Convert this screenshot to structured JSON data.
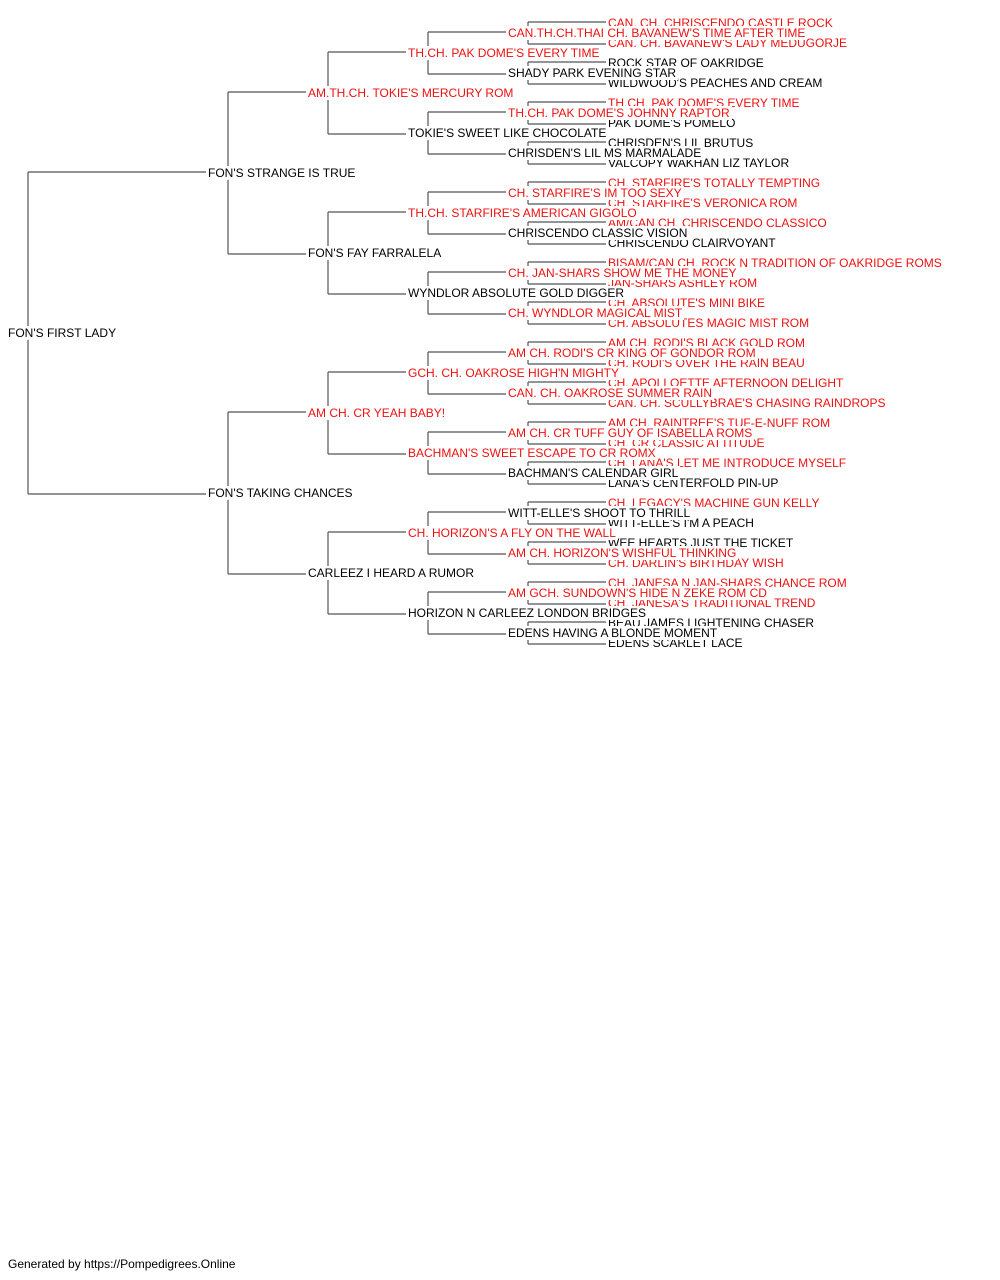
{
  "colors": {
    "champion": "#ee1111",
    "regular": "#000000",
    "line": "#555555"
  },
  "pedigree": {
    "name": "FON'S FIRST LADY",
    "champion": false,
    "sire": {
      "name": "FON'S STRANGE IS TRUE",
      "champion": false,
      "sire": {
        "name": "AM.TH.CH. TOKIE'S MERCURY ROM",
        "champion": true,
        "sire": {
          "name": "TH.CH. PAK DOME'S EVERY TIME",
          "champion": true,
          "sire": {
            "name": "CAN.TH.CH.THAI CH. BAVANEW'S TIME AFTER TIME",
            "champion": true,
            "sire": {
              "name": "CAN. CH. CHRISCENDO CASTLE ROCK",
              "champion": true
            },
            "dam": {
              "name": "CAN. CH. BAVANEW'S LADY MEDUGORJE",
              "champion": true
            }
          },
          "dam": {
            "name": "SHADY PARK EVENING STAR",
            "champion": false,
            "sire": {
              "name": "ROCK STAR OF OAKRIDGE",
              "champion": false
            },
            "dam": {
              "name": "WILDWOOD'S PEACHES AND CREAM",
              "champion": false
            }
          }
        },
        "dam": {
          "name": "TOKIE'S SWEET LIKE CHOCOLATE",
          "champion": false,
          "sire": {
            "name": "TH.CH. PAK DOME'S JOHNNY RAPTOR",
            "champion": true,
            "sire": {
              "name": "TH.CH. PAK DOME'S EVERY TIME",
              "champion": true
            },
            "dam": {
              "name": "PAK DOME'S POMELO",
              "champion": false
            }
          },
          "dam": {
            "name": "CHRISDEN'S LIL MS MARMALADE",
            "champion": false,
            "sire": {
              "name": "CHRISDEN'S LIL BRUTUS",
              "champion": false
            },
            "dam": {
              "name": "VALCOPY WAKHAN LIZ TAYLOR",
              "champion": false
            }
          }
        }
      },
      "dam": {
        "name": "FON'S FAY FARRALELA",
        "champion": false,
        "sire": {
          "name": "TH.CH. STARFIRE'S AMERICAN GIGOLO",
          "champion": true,
          "sire": {
            "name": "CH. STARFIRE'S IM TOO SEXY",
            "champion": true,
            "sire": {
              "name": "CH. STARFIRE'S TOTALLY TEMPTING",
              "champion": true
            },
            "dam": {
              "name": "CH. STARFIRE'S VERONICA ROM",
              "champion": true
            }
          },
          "dam": {
            "name": "CHRISCENDO CLASSIC VISION",
            "champion": false,
            "sire": {
              "name": "AM/CAN CH. CHRISCENDO CLASSICO",
              "champion": true
            },
            "dam": {
              "name": "CHRISCENDO CLAIRVOYANT",
              "champion": false
            }
          }
        },
        "dam": {
          "name": "WYNDLOR ABSOLUTE GOLD DIGGER",
          "champion": false,
          "sire": {
            "name": "CH. JAN-SHARS SHOW ME THE MONEY",
            "champion": true,
            "sire": {
              "name": "BISAM/CAN CH. ROCK N TRADITION OF OAKRIDGE ROMS",
              "champion": true
            },
            "dam": {
              "name": "JAN-SHARS ASHLEY ROM",
              "champion": true
            }
          },
          "dam": {
            "name": "CH. WYNDLOR MAGICAL MIST",
            "champion": true,
            "sire": {
              "name": "CH. ABSOLUTE'S MINI BIKE",
              "champion": true
            },
            "dam": {
              "name": "CH. ABSOLUTES MAGIC MIST ROM",
              "champion": true
            }
          }
        }
      }
    },
    "dam": {
      "name": "FON'S TAKING CHANCES",
      "champion": false,
      "sire": {
        "name": "AM CH. CR YEAH BABY!",
        "champion": true,
        "sire": {
          "name": "GCH. CH. OAKROSE HIGH'N MIGHTY",
          "champion": true,
          "sire": {
            "name": "AM CH. RODI'S CR KING OF GONDOR ROM",
            "champion": true,
            "sire": {
              "name": "AM CH. RODI'S BLACK GOLD ROM",
              "champion": true
            },
            "dam": {
              "name": "CH. RODI'S OVER THE RAIN BEAU",
              "champion": true
            }
          },
          "dam": {
            "name": "CAN. CH. OAKROSE SUMMER RAIN",
            "champion": true,
            "sire": {
              "name": "CH. APOLLOETTE AFTERNOON DELIGHT",
              "champion": true
            },
            "dam": {
              "name": "CAN. CH. SCULLYBRAE'S CHASING RAINDROPS",
              "champion": true
            }
          }
        },
        "dam": {
          "name": "BACHMAN'S SWEET ESCAPE TO CR ROMX",
          "champion": true,
          "sire": {
            "name": "AM CH. CR TUFF GUY OF ISABELLA ROMS",
            "champion": true,
            "sire": {
              "name": "AM CH. RAINTREE'S TUF-E-NUFF ROM",
              "champion": true
            },
            "dam": {
              "name": "CH. CR CLASSIC ATTITUDE",
              "champion": true
            }
          },
          "dam": {
            "name": "BACHMAN'S CALENDAR GIRL",
            "champion": false,
            "sire": {
              "name": "CH. LANA'S LET ME INTRODUCE MYSELF",
              "champion": true
            },
            "dam": {
              "name": "LANA'S CENTERFOLD PIN-UP",
              "champion": false
            }
          }
        }
      },
      "dam": {
        "name": "CARLEEZ I HEARD A RUMOR",
        "champion": false,
        "sire": {
          "name": "CH. HORIZON'S A FLY ON THE WALL",
          "champion": true,
          "sire": {
            "name": "WITT-ELLE'S SHOOT TO THRILL",
            "champion": false,
            "sire": {
              "name": "CH. LEGACY'S MACHINE GUN KELLY",
              "champion": true
            },
            "dam": {
              "name": "WITT-ELLE'S I'M A PEACH",
              "champion": false
            }
          },
          "dam": {
            "name": "AM CH. HORIZON'S WISHFUL THINKING",
            "champion": true,
            "sire": {
              "name": "WEE HEARTS JUST THE TICKET",
              "champion": false
            },
            "dam": {
              "name": "CH. DARLIN'S BIRTHDAY WISH",
              "champion": true
            }
          }
        },
        "dam": {
          "name": "HORIZON N CARLEEZ LONDON BRIDGES",
          "champion": false,
          "sire": {
            "name": "AM GCH. SUNDOWN'S HIDE N ZEKE ROM CD",
            "champion": true,
            "sire": {
              "name": "CH. JANESA N JAN-SHARS CHANCE ROM",
              "champion": true
            },
            "dam": {
              "name": "CH. JANESA'S TRADITIONAL TREND",
              "champion": true
            }
          },
          "dam": {
            "name": "EDENS HAVING A BLONDE MOMENT",
            "champion": false,
            "sire": {
              "name": "BEAU JAMES LIGHTENING CHASER",
              "champion": false
            },
            "dam": {
              "name": "EDENS SCARLET LACE",
              "champion": false
            }
          }
        }
      }
    }
  },
  "footer": "Generated by https://Pompedigrees.Online"
}
